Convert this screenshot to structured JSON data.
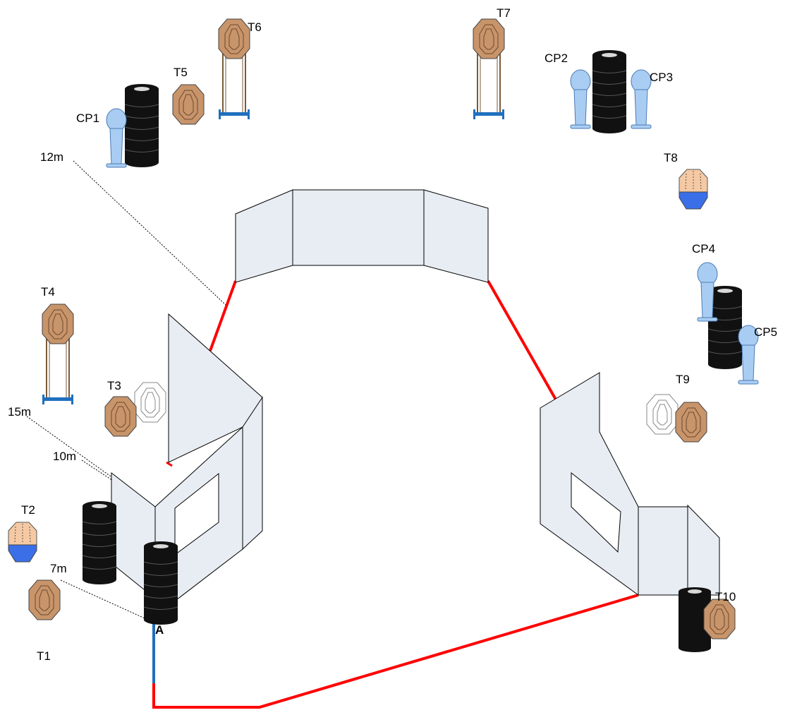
{
  "labels": {
    "targets": {
      "t1": "T1",
      "t2": "T2",
      "t3": "T3",
      "t4": "T4",
      "t5": "T5",
      "t6": "T6",
      "t7": "T7",
      "t8": "T8",
      "t9": "T9",
      "t10": "T10"
    },
    "cover_props": {
      "cp1": "CP1",
      "cp2": "CP2",
      "cp3": "CP3",
      "cp4": "CP4",
      "cp5": "CP5"
    },
    "distances": {
      "d12": "12m",
      "d15": "15m",
      "d10": "10m",
      "d7": "7m"
    },
    "start_position": "A"
  },
  "colors": {
    "boundary_line": "#ff0000",
    "start_line": "#1f6fbf",
    "wall_fill": "#e8edf3",
    "paper_target": "#c8946a",
    "popper_skin": "#f5c9a3",
    "popper_base": "#3a6fe8",
    "no_shoot": "#a9cdf2",
    "barrel": "#111111",
    "stand": "#1f6fbf"
  }
}
